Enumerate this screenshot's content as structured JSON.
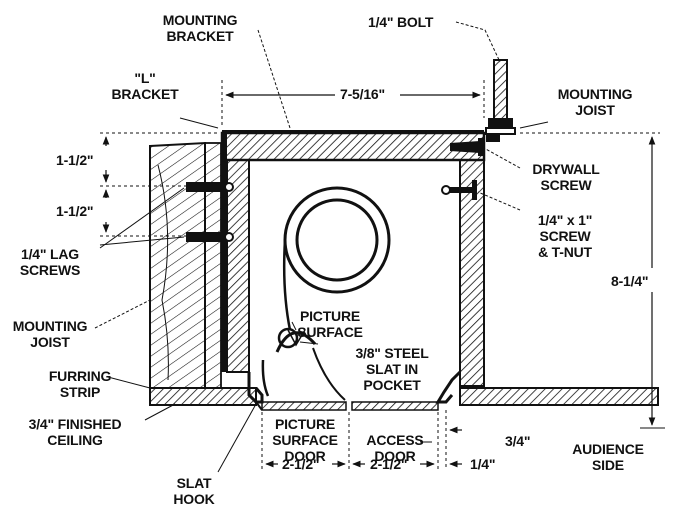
{
  "labels": {
    "mounting_bracket": [
      "MOUNTING",
      "BRACKET"
    ],
    "bolt": "1/4\" BOLT",
    "l_bracket": [
      "\"L\"",
      "BRACKET"
    ],
    "width_top": "7-5/16\"",
    "mounting_joist_right": [
      "MOUNTING",
      "JOIST"
    ],
    "dim_1_1_2_a": "1-1/2\"",
    "dim_1_1_2_b": "1-1/2\"",
    "drywall_screw": [
      "DRYWALL",
      "SCREW"
    ],
    "screw_tnut": [
      "1/4\" x 1\"",
      "SCREW",
      "& T-NUT"
    ],
    "lag_screws": [
      "1/4\" LAG",
      "SCREWS"
    ],
    "height": "8-1/4\"",
    "mounting_joist_left": [
      "MOUNTING",
      "JOIST"
    ],
    "picture_surface": [
      "PICTURE",
      "SURFACE"
    ],
    "steel_slat": [
      "3/8\" STEEL",
      "SLAT IN",
      "POCKET"
    ],
    "furring_strip": [
      "FURRING",
      "STRIP"
    ],
    "finished_ceiling": [
      "3/4\" FINISHED",
      "CEILING"
    ],
    "picture_surface_door": [
      "PICTURE",
      "SURFACE",
      "DOOR"
    ],
    "access_door": [
      "ACCESS",
      "DOOR"
    ],
    "dim_3_4": "3/4\"",
    "audience_side": [
      "AUDIENCE",
      "SIDE"
    ],
    "slat_hook": [
      "SLAT",
      "HOOK"
    ],
    "dim_2_1_2_a": "2-1/2\"",
    "dim_2_1_2_b": "2-1/2\"",
    "dim_1_4": "1/4\""
  }
}
